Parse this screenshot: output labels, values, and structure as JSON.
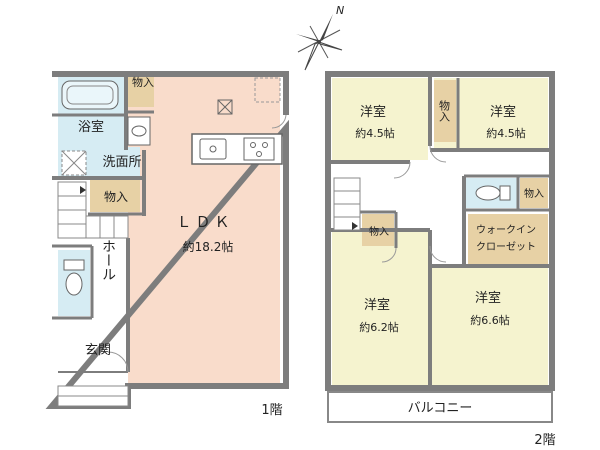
{
  "compass": {
    "north": "N"
  },
  "floor1": {
    "label": "1階",
    "rooms": {
      "storage_top": "物入",
      "bath": "浴室",
      "washroom": "洗面所",
      "storage_mid": "物入",
      "hall": "ホール",
      "entrance": "玄関",
      "ldk_name": "ＬＤＫ",
      "ldk_size": "約18.2帖"
    }
  },
  "floor2": {
    "label": "2階",
    "rooms": {
      "western_a_name": "洋室",
      "western_a_size": "約4.5帖",
      "storage_a": "物入",
      "western_b_name": "洋室",
      "western_b_size": "約4.5帖",
      "storage_toilet": "物入",
      "storage_stair": "物入",
      "wic_line1": "ウォークイン",
      "wic_line2": "クローゼット",
      "western_c_name": "洋室",
      "western_c_size": "約6.2帖",
      "western_d_name": "洋室",
      "western_d_size": "約6.6帖",
      "balcony": "バルコニー"
    }
  },
  "colors": {
    "wall": "#7d7d7d",
    "ldk_floor": "#f9dccb",
    "room_floor": "#f5f3cf",
    "wet_floor": "#d6ecf3",
    "storage_floor": "#e7d1a5",
    "wall_gray": "#cfcfcf",
    "outline": "#555555"
  }
}
